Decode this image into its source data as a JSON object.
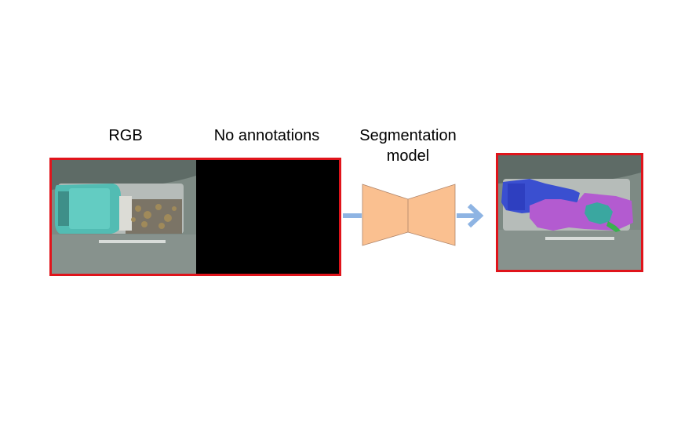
{
  "labels": {
    "rgb": "RGB",
    "no_annotations": "No annotations",
    "segmentation_model": "Segmentation model"
  },
  "colors": {
    "frame_border": "#e0141b",
    "model_fill": "#fac090",
    "arrow": "#8eb4e3",
    "mask_black": "#000000"
  },
  "icons": {
    "model": "encoder-decoder-hourglass-shape",
    "arrow": "right-arrow"
  }
}
